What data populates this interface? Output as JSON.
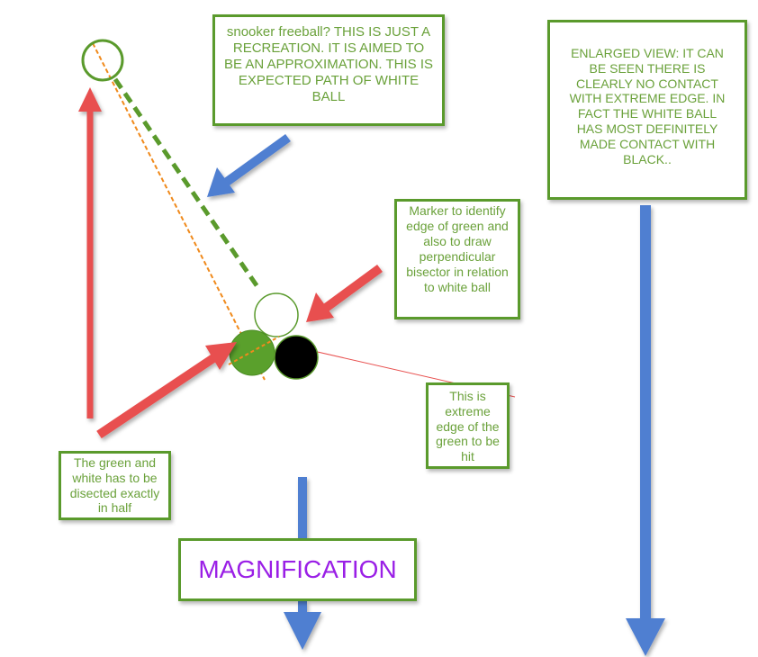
{
  "colors": {
    "green_border": "#5a9a2c",
    "note_text": "#6aa13a",
    "red_arrow": "#e8504f",
    "blue_arrow": "#4f7fd1",
    "green_ball": "#5aa02c",
    "black_ball": "#000000",
    "orange_line": "#f08a1c",
    "dashed_path": "#5a9a2c",
    "magnification_text": "#9a1fe6"
  },
  "notes": {
    "freeball": "snooker freeball? THIS IS  JUST A\nRECREATION. IT IS AIMED TO\nBE AN APPROXIMATION. THIS IS\nEXPECTED PATH OF WHITE\nBALL",
    "enlarged": "ENLARGED VIEW:  IT CAN\nBE SEEN THERE IS\nCLEARLY NO CONTACT\nWITH EXTREME EDGE. IN\nFACT THE WHITE BALL\nHAS MOST DEFINITELY\nMADE CONTACT WITH\nBLACK..",
    "marker": "Marker to identify\nedge of green and\nalso to draw\nperpendicular\nbisector in relation\nto white ball",
    "extreme": "This is\nextreme\nedge of the\ngreen to be\nhit",
    "bisect": "The green and\nwhite has to be\ndisected exactly\nin half",
    "magnification": "MAGNIFICATION"
  },
  "balls": [
    {
      "name": "cue-ball-origin",
      "fill": "#ffffff",
      "stroke": "#5a9a2c"
    },
    {
      "name": "white-ball-contact",
      "fill": "#ffffff",
      "stroke": "#5a9a2c"
    },
    {
      "name": "green-ball",
      "fill": "#5aa02c",
      "stroke": "#4a8a22"
    },
    {
      "name": "black-ball",
      "fill": "#000000",
      "stroke": "#5a9a2c"
    }
  ]
}
